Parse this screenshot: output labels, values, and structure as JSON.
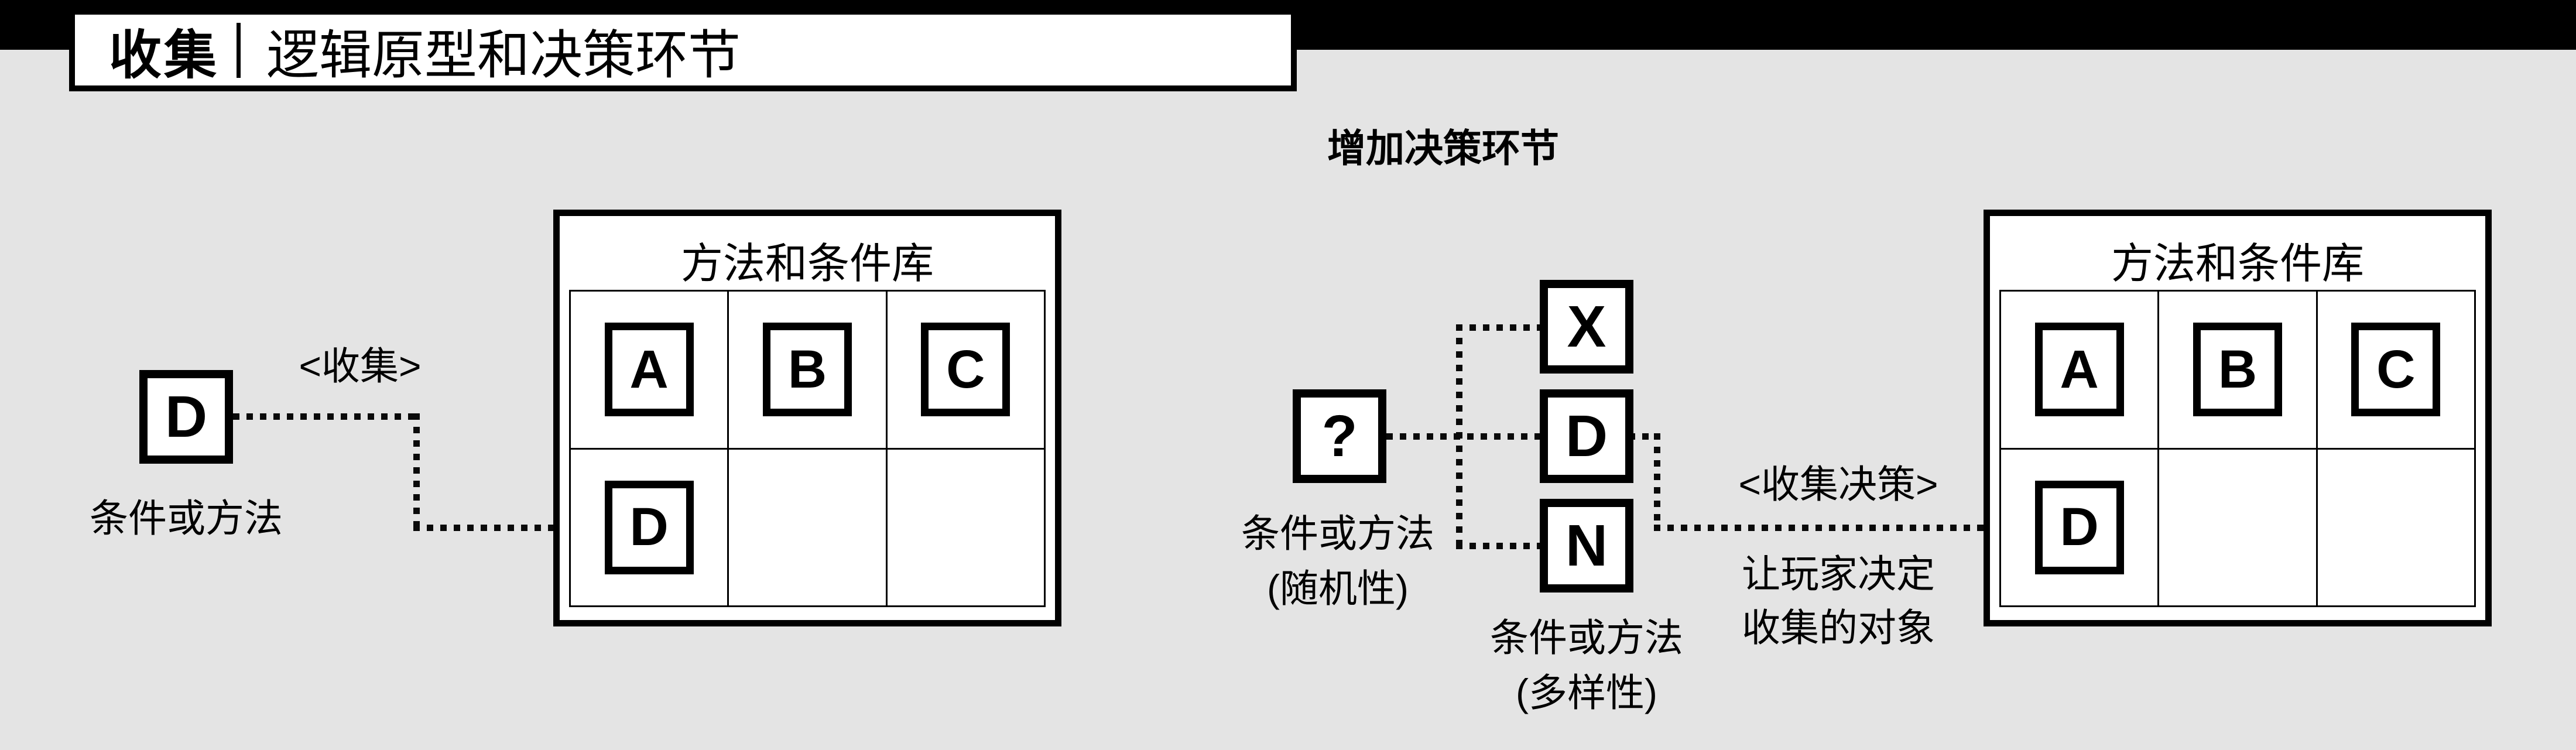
{
  "colors": {
    "background": "#e4e4e4",
    "top_bar": "#000000",
    "panel_fill": "#ffffff",
    "ink": "#000000"
  },
  "header": {
    "title_primary": "收集",
    "title_separator": "|",
    "title_secondary": "逻辑原型和决策环节"
  },
  "subtitle": "增加决策环节",
  "left_flow": {
    "source_letter": "D",
    "source_caption": "条件或方法",
    "edge_label": "<收集>"
  },
  "left_table": {
    "title": "方法和条件库",
    "cells": [
      [
        "A",
        "B",
        "C"
      ],
      [
        "D",
        "",
        ""
      ]
    ]
  },
  "decision_flow": {
    "source_letter": "?",
    "source_caption_line1": "条件或方法",
    "source_caption_line2": "(随机性)",
    "options": [
      "X",
      "D",
      "N"
    ],
    "options_caption_line1": "条件或方法",
    "options_caption_line2": "(多样性)",
    "edge_label": "<收集决策>",
    "edge_note_line1": "让玩家决定",
    "edge_note_line2": "收集的对象"
  },
  "right_table": {
    "title": "方法和条件库",
    "cells": [
      [
        "A",
        "B",
        "C"
      ],
      [
        "D",
        "",
        ""
      ]
    ]
  }
}
